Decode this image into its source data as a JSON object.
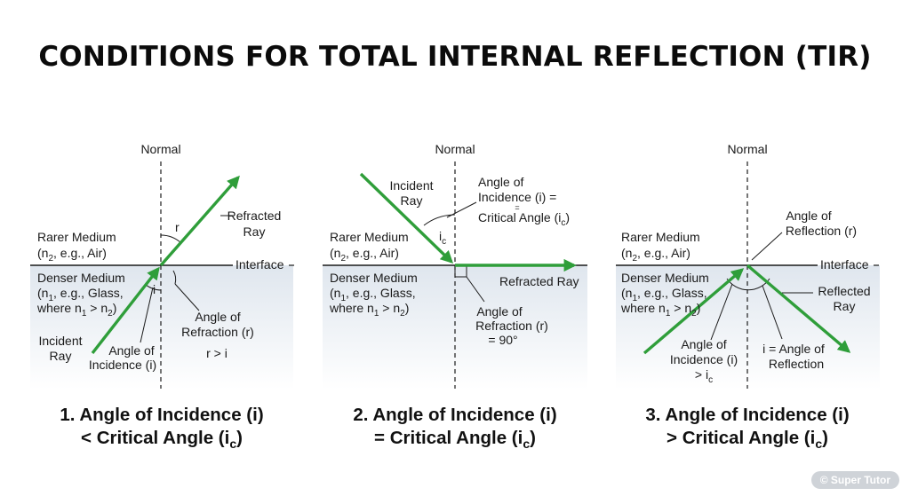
{
  "title": "CONDITIONS FOR TOTAL INTERNAL REFLECTION (TIR)",
  "panels": [
    {
      "normal": "Normal",
      "rarer_1": "Rarer Medium",
      "rarer_2": "(n",
      "rarer_2_sub": "2",
      "rarer_2_end": ", e.g., Air)",
      "denser_1": "Denser Medium",
      "denser_2": "(n",
      "denser_2_sub": "1",
      "denser_2_end": ", e.g., Glass,",
      "denser_3": "where n",
      "denser_3_sub": "1",
      "denser_3_mid": " > n",
      "denser_3_sub2": "2",
      "denser_3_end": ")",
      "interface": "Interface",
      "refracted_1": "Refracted",
      "refracted_2": "Ray",
      "r": "r",
      "i": "i",
      "incident_1": "Incident",
      "incident_2": "Ray",
      "aoi_1": "Angle of",
      "aoi_2": "Incidence (i)",
      "aor_1": "Angle of",
      "aor_2": "Refraction (r)",
      "relation": "r > i",
      "caption_1": "1. Angle of Incidence (i)",
      "caption_2": "< Critical Angle (i",
      "caption_2_sub": "c",
      "caption_2_end": ")"
    },
    {
      "normal": "Normal",
      "rarer_1": "Rarer Medium",
      "rarer_2": "(n",
      "rarer_2_sub": "2",
      "rarer_2_end": ", e.g., Air)",
      "denser_1": "Denser Medium",
      "denser_2": "(n",
      "denser_2_sub": "1",
      "denser_2_end": ", e.g., Glass,",
      "denser_3": "where n",
      "denser_3_sub": "1",
      "denser_3_mid": " > n",
      "denser_3_sub2": "2",
      "denser_3_end": ")",
      "incident_1": "Incident",
      "incident_2": "Ray",
      "ic": "i",
      "ic_sub": "c",
      "aoi_1": "Angle of",
      "aoi_2": "Incidence (i) =",
      "eq": "=",
      "crit": "Critical Angle (i",
      "crit_sub": "c",
      "crit_end": ")",
      "refracted": "Refracted Ray",
      "aor_1": "Angle of",
      "aor_2": "Refraction (r)",
      "aor_3": "= 90°",
      "caption_1": "2. Angle of Incidence (i)",
      "caption_2": "= Critical Angle (i",
      "caption_2_sub": "c",
      "caption_2_end": ")"
    },
    {
      "normal": "Normal",
      "rarer_1": "Rarer Medium",
      "rarer_2": "(n",
      "rarer_2_sub": "2",
      "rarer_2_end": ", e.g., Air)",
      "denser_1": "Denser Medium",
      "denser_2": "(n",
      "denser_2_sub": "1",
      "denser_2_end": ", e.g., Glass,",
      "denser_3": "where n",
      "denser_3_sub": "1",
      "denser_3_mid": " > n",
      "denser_3_sub2": "2",
      "denser_3_end": ")",
      "interface": "Interface",
      "aorefl_1": "Angle of",
      "aorefl_2": "Reflection (r)",
      "reflected_1": "Reflected",
      "reflected_2": "Ray",
      "aoi_1": "Angle of",
      "aoi_2": "Incidence (i)",
      "aoi_3": "> i",
      "aoi_3_sub": "c",
      "eqrefl_1": "i = Angle of",
      "eqrefl_2": "Reflection",
      "caption_1": "3. Angle of Incidence (i)",
      "caption_2": "> Critical Angle (i",
      "caption_2_sub": "c",
      "caption_2_end": ")"
    }
  ],
  "watermark": "© Super Tutor",
  "colors": {
    "ray": "#2f9e3a",
    "denser_top": "#e2e8ef",
    "denser_bottom": "#ffffff",
    "line": "#1a1a1a"
  }
}
